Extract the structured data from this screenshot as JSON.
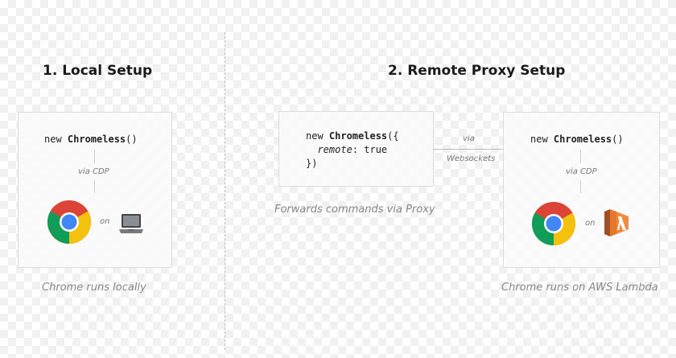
{
  "local": {
    "heading": "1. Local Setup",
    "code_prefix": "new ",
    "code_class": "Chromeless",
    "code_suffix": "()",
    "via_label": "via CDP",
    "on_label": "on",
    "caption": "Chrome runs locally",
    "icons": [
      "chrome-icon",
      "laptop-icon"
    ]
  },
  "remote": {
    "heading": "2. Remote Proxy Setup",
    "code_line1_prefix": "new ",
    "code_line1_class": "Chromeless",
    "code_line1_suffix": "({",
    "code_line2_key": "remote",
    "code_line2_value": ": true",
    "code_line3": "})",
    "connection_top": "via",
    "connection_bottom": "Websockets",
    "proxy_caption": "Forwards commands via Proxy",
    "lambda_code_prefix": "new ",
    "lambda_code_class": "Chromeless",
    "lambda_code_suffix": "()",
    "lambda_via_label": "via CDP",
    "lambda_on_label": "on",
    "lambda_caption": "Chrome runs on AWS Lambda",
    "icons": [
      "chrome-icon",
      "aws-lambda-icon"
    ]
  },
  "colors": {
    "chrome_red": "#db4437",
    "chrome_yellow": "#f4c20d",
    "chrome_green": "#0f9d58",
    "chrome_blue": "#4285f4",
    "lambda_orange": "#e7762c"
  }
}
